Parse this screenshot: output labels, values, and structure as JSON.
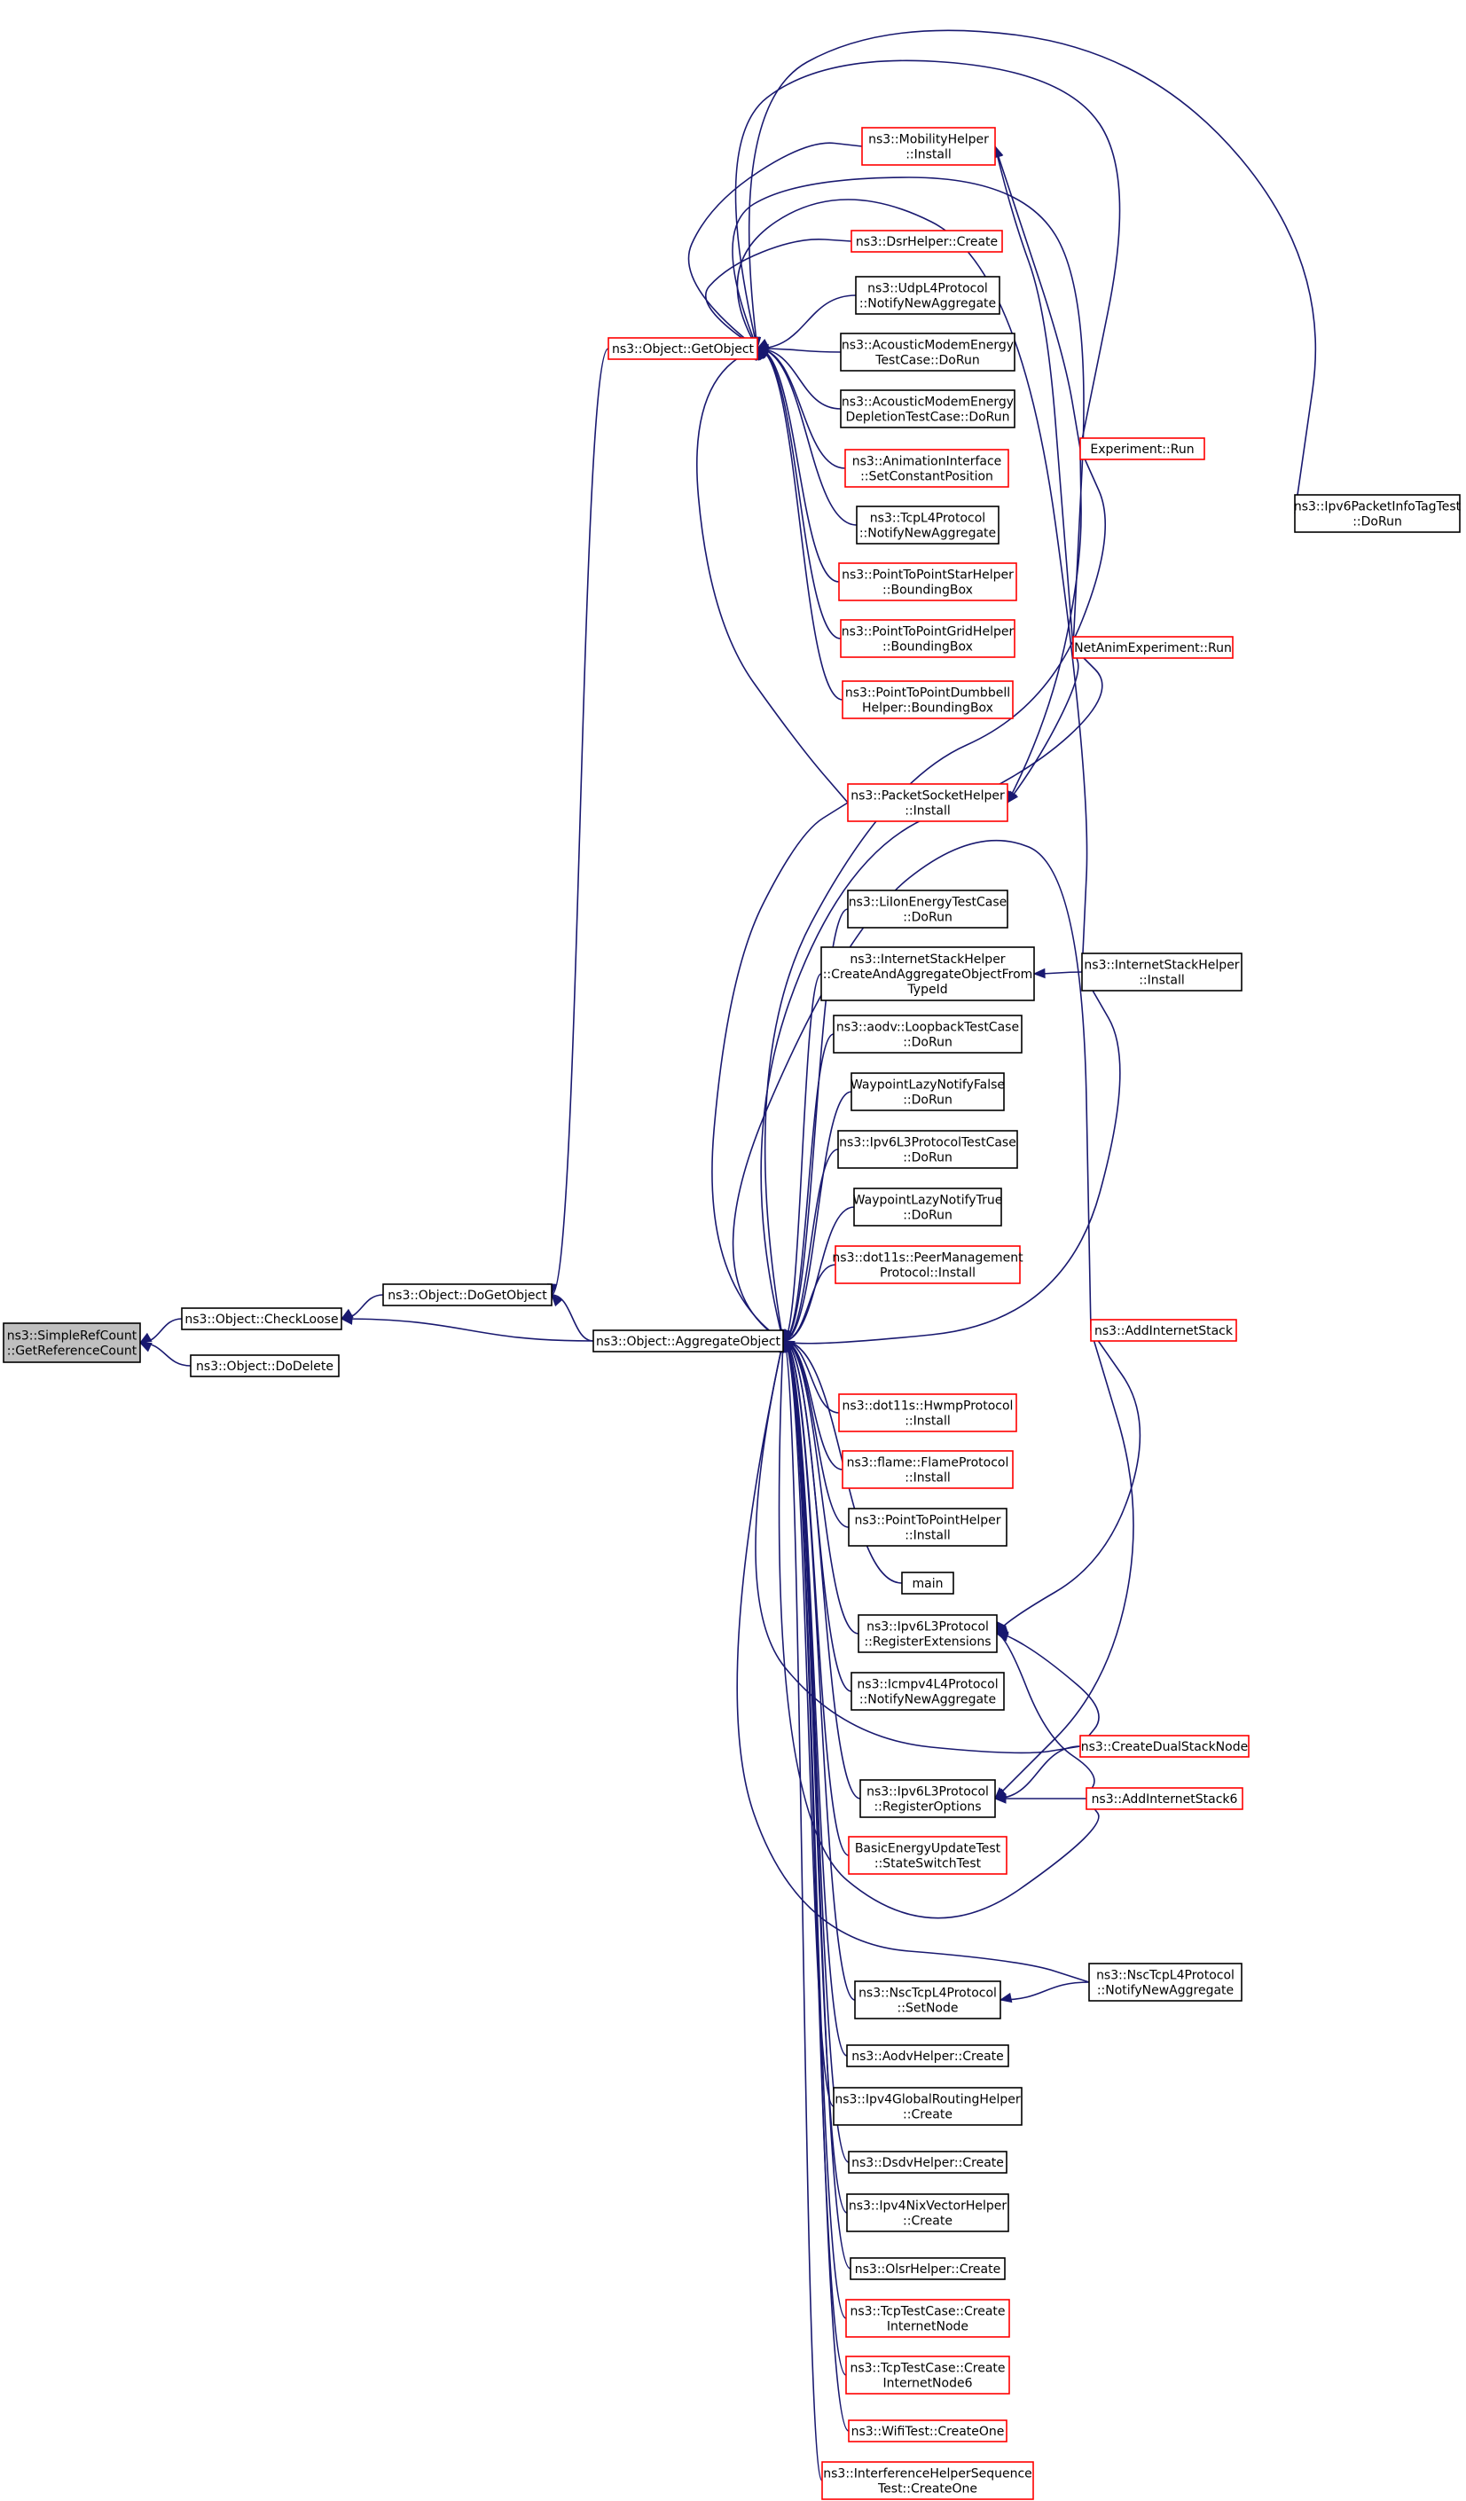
{
  "nodes": [
    {
      "id": "n0",
      "label": [
        "ns3::SimpleRefCount",
        "::GetReferenceCount"
      ],
      "border": "gray"
    },
    {
      "id": "n1",
      "label": [
        "ns3::Object::CheckLoose"
      ],
      "border": "black"
    },
    {
      "id": "n2",
      "label": [
        "ns3::Object::DoDelete"
      ],
      "border": "black"
    },
    {
      "id": "n3",
      "label": [
        "ns3::Object::DoGetObject"
      ],
      "border": "black"
    },
    {
      "id": "n4",
      "label": [
        "ns3::Object::AggregateObject"
      ],
      "border": "black"
    },
    {
      "id": "n5",
      "label": [
        "ns3::Object::GetObject"
      ],
      "border": "red"
    },
    {
      "id": "n6",
      "label": [
        "ns3::MobilityHelper",
        "::Install"
      ],
      "border": "red"
    },
    {
      "id": "n7",
      "label": [
        "ns3::DsrHelper::Create"
      ],
      "border": "red"
    },
    {
      "id": "n8",
      "label": [
        "ns3::UdpL4Protocol",
        "::NotifyNewAggregate"
      ],
      "border": "black"
    },
    {
      "id": "n9",
      "label": [
        "ns3::AcousticModemEnergy",
        "TestCase::DoRun"
      ],
      "border": "black"
    },
    {
      "id": "n10",
      "label": [
        "ns3::AcousticModemEnergy",
        "DepletionTestCase::DoRun"
      ],
      "border": "black"
    },
    {
      "id": "n11",
      "label": [
        "ns3::AnimationInterface",
        "::SetConstantPosition"
      ],
      "border": "red"
    },
    {
      "id": "n12",
      "label": [
        "ns3::TcpL4Protocol",
        "::NotifyNewAggregate"
      ],
      "border": "black"
    },
    {
      "id": "n13",
      "label": [
        "ns3::PointToPointStarHelper",
        "::BoundingBox"
      ],
      "border": "red"
    },
    {
      "id": "n14",
      "label": [
        "ns3::PointToPointGridHelper",
        "::BoundingBox"
      ],
      "border": "red"
    },
    {
      "id": "n15",
      "label": [
        "ns3::PointToPointDumbbell",
        "Helper::BoundingBox"
      ],
      "border": "red"
    },
    {
      "id": "n16",
      "label": [
        "ns3::PacketSocketHelper",
        "::Install"
      ],
      "border": "red"
    },
    {
      "id": "n17",
      "label": [
        "ns3::LiIonEnergyTestCase",
        "::DoRun"
      ],
      "border": "black"
    },
    {
      "id": "n18",
      "label": [
        "ns3::InternetStackHelper",
        "::CreateAndAggregateObjectFrom",
        "TypeId"
      ],
      "border": "black"
    },
    {
      "id": "n19",
      "label": [
        "ns3::aodv::LoopbackTestCase",
        "::DoRun"
      ],
      "border": "black"
    },
    {
      "id": "n20",
      "label": [
        "WaypointLazyNotifyFalse",
        "::DoRun"
      ],
      "border": "black"
    },
    {
      "id": "n21",
      "label": [
        "ns3::Ipv6L3ProtocolTestCase",
        "::DoRun"
      ],
      "border": "black"
    },
    {
      "id": "n22",
      "label": [
        "WaypointLazyNotifyTrue",
        "::DoRun"
      ],
      "border": "black"
    },
    {
      "id": "n23",
      "label": [
        "ns3::dot11s::PeerManagement",
        "Protocol::Install"
      ],
      "border": "red"
    },
    {
      "id": "n24",
      "label": [
        "ns3::dot11s::HwmpProtocol",
        "::Install"
      ],
      "border": "red"
    },
    {
      "id": "n25",
      "label": [
        "ns3::flame::FlameProtocol",
        "::Install"
      ],
      "border": "red"
    },
    {
      "id": "n26",
      "label": [
        "ns3::PointToPointHelper",
        "::Install"
      ],
      "border": "black"
    },
    {
      "id": "n27",
      "label": [
        "main"
      ],
      "border": "black"
    },
    {
      "id": "n28",
      "label": [
        "ns3::Ipv6L3Protocol",
        "::RegisterExtensions"
      ],
      "border": "black"
    },
    {
      "id": "n29",
      "label": [
        "ns3::Icmpv4L4Protocol",
        "::NotifyNewAggregate"
      ],
      "border": "black"
    },
    {
      "id": "n30",
      "label": [
        "ns3::Ipv6L3Protocol",
        "::RegisterOptions"
      ],
      "border": "black"
    },
    {
      "id": "n31",
      "label": [
        "BasicEnergyUpdateTest",
        "::StateSwitchTest"
      ],
      "border": "red"
    },
    {
      "id": "n32",
      "label": [
        "ns3::NscTcpL4Protocol",
        "::SetNode"
      ],
      "border": "black"
    },
    {
      "id": "n33",
      "label": [
        "ns3::AodvHelper::Create"
      ],
      "border": "black"
    },
    {
      "id": "n34",
      "label": [
        "ns3::Ipv4GlobalRoutingHelper",
        "::Create"
      ],
      "border": "black"
    },
    {
      "id": "n35",
      "label": [
        "ns3::DsdvHelper::Create"
      ],
      "border": "black"
    },
    {
      "id": "n36",
      "label": [
        "ns3::Ipv4NixVectorHelper",
        "::Create"
      ],
      "border": "black"
    },
    {
      "id": "n37",
      "label": [
        "ns3::OlsrHelper::Create"
      ],
      "border": "black"
    },
    {
      "id": "n38",
      "label": [
        "ns3::TcpTestCase::Create",
        "InternetNode"
      ],
      "border": "red"
    },
    {
      "id": "n39",
      "label": [
        "ns3::TcpTestCase::Create",
        "InternetNode6"
      ],
      "border": "red"
    },
    {
      "id": "n40",
      "label": [
        "ns3::WifiTest::CreateOne"
      ],
      "border": "red"
    },
    {
      "id": "n41",
      "label": [
        "ns3::InterferenceHelperSequence",
        "Test::CreateOne"
      ],
      "border": "red"
    },
    {
      "id": "n42",
      "label": [
        "Experiment::Run"
      ],
      "border": "red"
    },
    {
      "id": "n43",
      "label": [
        "NetAnimExperiment::Run"
      ],
      "border": "red"
    },
    {
      "id": "n44",
      "label": [
        "ns3::InternetStackHelper",
        "::Install"
      ],
      "border": "black"
    },
    {
      "id": "n45",
      "label": [
        "ns3::AddInternetStack"
      ],
      "border": "red"
    },
    {
      "id": "n46",
      "label": [
        "ns3::CreateDualStackNode"
      ],
      "border": "red"
    },
    {
      "id": "n47",
      "label": [
        "ns3::AddInternetStack6"
      ],
      "border": "red"
    },
    {
      "id": "n48",
      "label": [
        "ns3::NscTcpL4Protocol",
        "::NotifyNewAggregate"
      ],
      "border": "black"
    },
    {
      "id": "n49",
      "label": [
        "ns3::Ipv6PacketInfoTagTest",
        "::DoRun"
      ],
      "border": "black"
    }
  ],
  "edges": [
    {
      "from": "n1",
      "to": "n0"
    },
    {
      "from": "n2",
      "to": "n0"
    },
    {
      "from": "n3",
      "to": "n1"
    },
    {
      "from": "n4",
      "to": "n1"
    },
    {
      "from": "n4",
      "to": "n3"
    },
    {
      "from": "n5",
      "to": "n3"
    },
    {
      "from": "n6",
      "to": "n5"
    },
    {
      "from": "n7",
      "to": "n5"
    },
    {
      "from": "n8",
      "to": "n5"
    },
    {
      "from": "n9",
      "to": "n5"
    },
    {
      "from": "n10",
      "to": "n5"
    },
    {
      "from": "n11",
      "to": "n5"
    },
    {
      "from": "n12",
      "to": "n5"
    },
    {
      "from": "n13",
      "to": "n5"
    },
    {
      "from": "n14",
      "to": "n5"
    },
    {
      "from": "n15",
      "to": "n5"
    },
    {
      "from": "n16",
      "to": "n5"
    },
    {
      "from": "n42",
      "to": "n5"
    },
    {
      "from": "n43",
      "to": "n5"
    },
    {
      "from": "n44",
      "to": "n5"
    },
    {
      "from": "n49",
      "to": "n5"
    },
    {
      "from": "n42",
      "to": "n6"
    },
    {
      "from": "n43",
      "to": "n6"
    },
    {
      "from": "n42",
      "to": "n16"
    },
    {
      "from": "n43",
      "to": "n16"
    },
    {
      "from": "n44",
      "to": "n18"
    },
    {
      "from": "n45",
      "to": "n28"
    },
    {
      "from": "n46",
      "to": "n28"
    },
    {
      "from": "n47",
      "to": "n28"
    },
    {
      "from": "n45",
      "to": "n30"
    },
    {
      "from": "n46",
      "to": "n30"
    },
    {
      "from": "n47",
      "to": "n30"
    },
    {
      "from": "n48",
      "to": "n32"
    },
    {
      "from": "n17",
      "to": "n4"
    },
    {
      "from": "n18",
      "to": "n4"
    },
    {
      "from": "n19",
      "to": "n4"
    },
    {
      "from": "n20",
      "to": "n4"
    },
    {
      "from": "n21",
      "to": "n4"
    },
    {
      "from": "n22",
      "to": "n4"
    },
    {
      "from": "n23",
      "to": "n4"
    },
    {
      "from": "n24",
      "to": "n4"
    },
    {
      "from": "n25",
      "to": "n4"
    },
    {
      "from": "n26",
      "to": "n4"
    },
    {
      "from": "n27",
      "to": "n4"
    },
    {
      "from": "n28",
      "to": "n4"
    },
    {
      "from": "n29",
      "to": "n4"
    },
    {
      "from": "n30",
      "to": "n4"
    },
    {
      "from": "n31",
      "to": "n4"
    },
    {
      "from": "n32",
      "to": "n4"
    },
    {
      "from": "n33",
      "to": "n4"
    },
    {
      "from": "n34",
      "to": "n4"
    },
    {
      "from": "n35",
      "to": "n4"
    },
    {
      "from": "n36",
      "to": "n4"
    },
    {
      "from": "n37",
      "to": "n4"
    },
    {
      "from": "n38",
      "to": "n4"
    },
    {
      "from": "n39",
      "to": "n4"
    },
    {
      "from": "n40",
      "to": "n4"
    },
    {
      "from": "n41",
      "to": "n4"
    },
    {
      "from": "n16",
      "to": "n4"
    },
    {
      "from": "n42",
      "to": "n4"
    },
    {
      "from": "n43",
      "to": "n4"
    },
    {
      "from": "n44",
      "to": "n4"
    },
    {
      "from": "n45",
      "to": "n4"
    },
    {
      "from": "n46",
      "to": "n4"
    },
    {
      "from": "n47",
      "to": "n4"
    },
    {
      "from": "n48",
      "to": "n4"
    }
  ]
}
